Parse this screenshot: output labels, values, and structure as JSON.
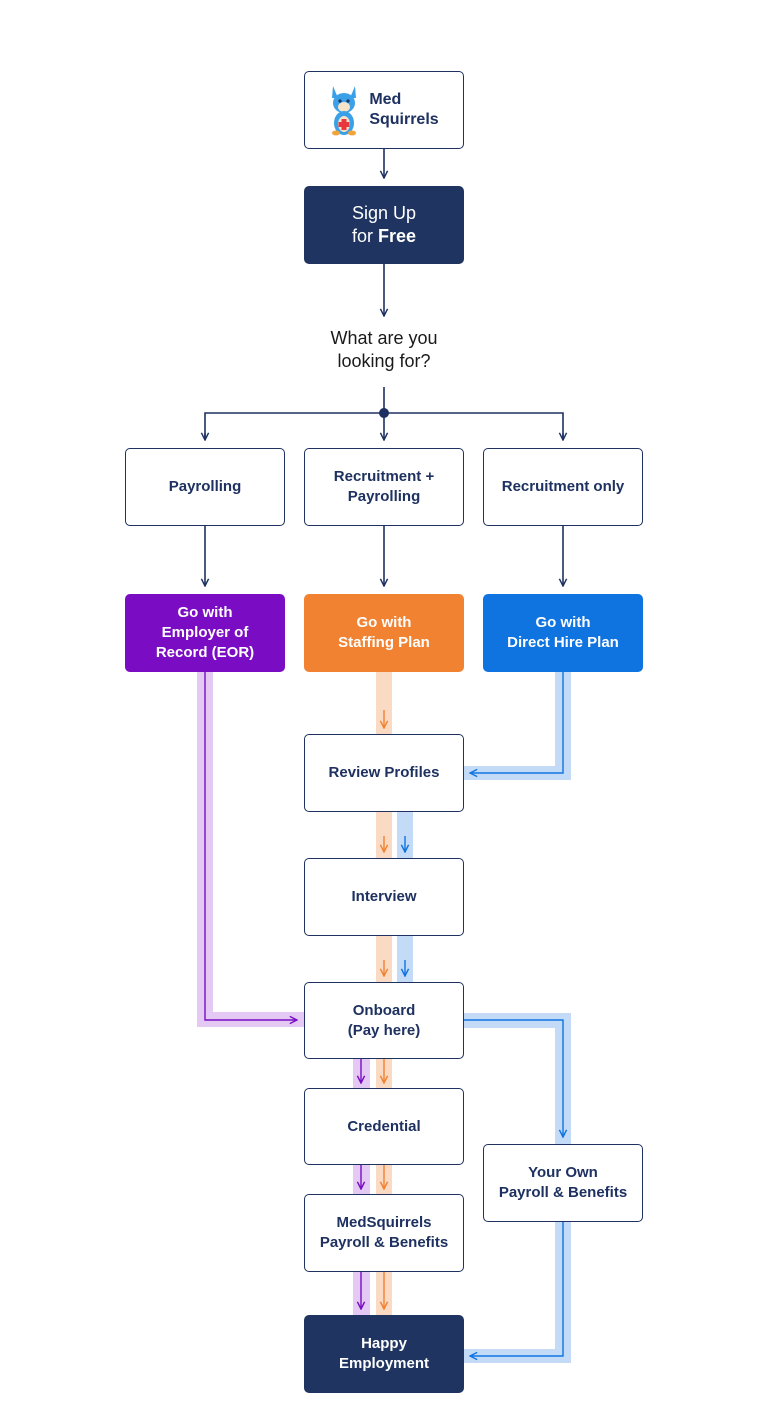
{
  "colors": {
    "navy": "#1e3160",
    "purple": "#7a0dc3",
    "purple_track": "#e3c9f3",
    "orange": "#f08232",
    "orange_track": "#fbdac4",
    "blue": "#0f74e0",
    "blue_track": "#c4dbf8"
  },
  "logo": {
    "text": "Med\nSquirrels",
    "icon": "squirrel-mascot-icon"
  },
  "signup": {
    "line1": "Sign Up",
    "line2_prefix": "for ",
    "line2_bold": "Free"
  },
  "question": "What are you\nlooking for?",
  "options": {
    "payrolling": "Payrolling",
    "recruitment_payrolling": "Recruitment +\nPayrolling",
    "recruitment_only": "Recruitment only"
  },
  "plans": {
    "eor": "Go with\nEmployer of\nRecord (EOR)",
    "staffing": "Go with\nStaffing Plan",
    "direct_hire": "Go with\nDirect Hire Plan"
  },
  "steps": {
    "review_profiles": "Review Profiles",
    "interview": "Interview",
    "onboard": "Onboard\n(Pay here)",
    "credential": "Credential",
    "medsquirrels_payroll": "MedSquirrels\nPayroll & Benefits",
    "own_payroll": "Your Own\nPayroll & Benefits",
    "happy": "Happy\nEmployment"
  }
}
